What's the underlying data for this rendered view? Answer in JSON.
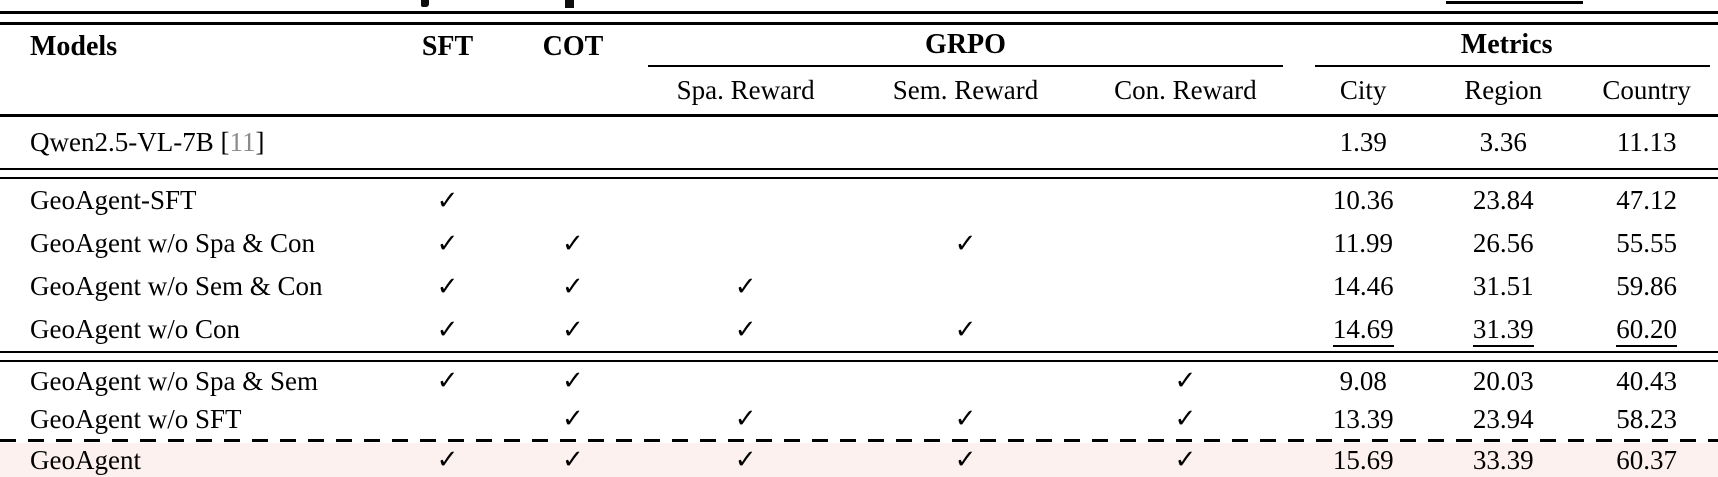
{
  "colors": {
    "highlight_row_bg": "#fdf1ef",
    "citation_gray": "#8b8b8b",
    "rule_black": "#000000"
  },
  "check_glyph": "✓",
  "header": {
    "models": "Models",
    "sft": "SFT",
    "cot": "COT",
    "grpo": "GRPO",
    "metrics": "Metrics",
    "grpo_sub": [
      "Spa. Reward",
      "Sem. Reward",
      "Con. Reward"
    ],
    "metrics_sub": [
      "City",
      "Region",
      "Country"
    ]
  },
  "rows": [
    {
      "name": "Qwen2.5-VL-7B",
      "citation": {
        "open": "[",
        "number": "11",
        "close": "]"
      },
      "checks": [
        false,
        false,
        false,
        false,
        false
      ],
      "metrics": [
        "1.39",
        "3.36",
        "11.13"
      ],
      "rule_before": "none",
      "bold": false,
      "underline": false,
      "highlight": false
    },
    {
      "name": "GeoAgent-SFT",
      "citation": null,
      "checks": [
        true,
        false,
        false,
        false,
        false
      ],
      "metrics": [
        "10.36",
        "23.84",
        "47.12"
      ],
      "rule_before": "double",
      "bold": false,
      "underline": false,
      "highlight": false
    },
    {
      "name": "GeoAgent w/o Spa & Con",
      "citation": null,
      "checks": [
        true,
        true,
        false,
        true,
        false
      ],
      "metrics": [
        "11.99",
        "26.56",
        "55.55"
      ],
      "rule_before": "none",
      "bold": false,
      "underline": false,
      "highlight": false
    },
    {
      "name": "GeoAgent w/o Sem & Con",
      "citation": null,
      "checks": [
        true,
        true,
        true,
        false,
        false
      ],
      "metrics": [
        "14.46",
        "31.51",
        "59.86"
      ],
      "rule_before": "none",
      "bold": false,
      "underline": false,
      "highlight": false
    },
    {
      "name": "GeoAgent w/o Con",
      "citation": null,
      "checks": [
        true,
        true,
        true,
        true,
        false
      ],
      "metrics": [
        "14.69",
        "31.39",
        "60.20"
      ],
      "rule_before": "none",
      "bold": false,
      "underline": true,
      "highlight": false
    },
    {
      "name": "GeoAgent w/o Spa & Sem",
      "citation": null,
      "checks": [
        true,
        true,
        false,
        false,
        true
      ],
      "metrics": [
        "9.08",
        "20.03",
        "40.43"
      ],
      "rule_before": "double",
      "bold": false,
      "underline": false,
      "highlight": false
    },
    {
      "name": "GeoAgent w/o SFT",
      "citation": null,
      "checks": [
        false,
        true,
        true,
        true,
        true
      ],
      "metrics": [
        "13.39",
        "23.94",
        "58.23"
      ],
      "rule_before": "none",
      "bold": false,
      "underline": false,
      "highlight": false
    },
    {
      "name": "GeoAgent",
      "citation": null,
      "checks": [
        true,
        true,
        true,
        true,
        true
      ],
      "metrics": [
        "15.69",
        "33.39",
        "60.37"
      ],
      "rule_before": "dashed",
      "bold": true,
      "underline": false,
      "highlight": true
    }
  ]
}
